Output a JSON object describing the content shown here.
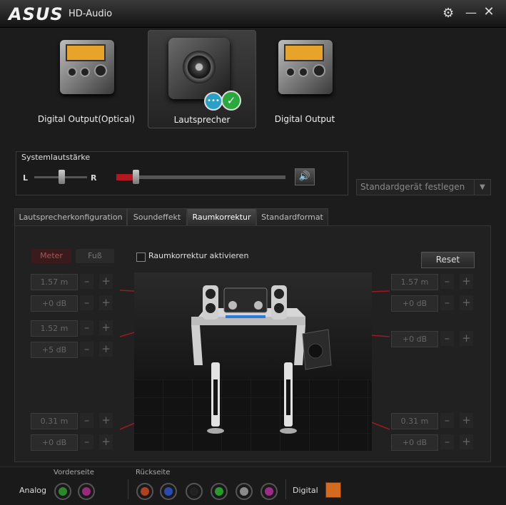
{
  "window": {
    "logo": "ASUS",
    "title": "HD-Audio"
  },
  "devices": [
    {
      "label": "Digital Output(Optical)",
      "active": false
    },
    {
      "label": "Lautsprecher",
      "active": true
    },
    {
      "label": "Digital Output",
      "active": false
    }
  ],
  "volume": {
    "title": "Systemlautstärke",
    "left_label": "L",
    "right_label": "R",
    "level": 0.1,
    "balance": 0.5
  },
  "default_device": {
    "label": "Standardgerät festlegen"
  },
  "tabs": [
    {
      "label": "Lautsprecherkonfiguration",
      "active": false
    },
    {
      "label": "Soundeffekt",
      "active": false
    },
    {
      "label": "Raumkorrektur",
      "active": true
    },
    {
      "label": "Standardformat",
      "active": false
    }
  ],
  "room_correction": {
    "unit_meter": "Meter",
    "unit_foot": "Fuß",
    "enable_label": "Raumkorrektur aktivieren",
    "enabled": false,
    "reset_label": "Reset",
    "minus": "–",
    "plus": "+",
    "front_left": {
      "distance": "1.57  m",
      "gain": "+0 dB"
    },
    "center": {
      "distance": "1.52  m",
      "gain": "+5 dB"
    },
    "rear_left": {
      "distance": "0.31  m",
      "gain": "+0 dB"
    },
    "front_right": {
      "distance": "1.57  m",
      "gain": "+0 dB"
    },
    "subwoofer": {
      "gain": "+0 dB"
    },
    "rear_right": {
      "distance": "0.31  m",
      "gain": "+0 dB"
    }
  },
  "jacks": {
    "front_label": "Vorderseite",
    "rear_label": "Rückseite",
    "analog_label": "Analog",
    "digital_label": "Digital",
    "front": [
      "#2a8a2a",
      "#9a2a7a"
    ],
    "rear": [
      "#b0401e",
      "#2a4ab0",
      "#222222",
      "#2a9a2a",
      "#8a8a8a",
      "#a02a8a"
    ]
  }
}
